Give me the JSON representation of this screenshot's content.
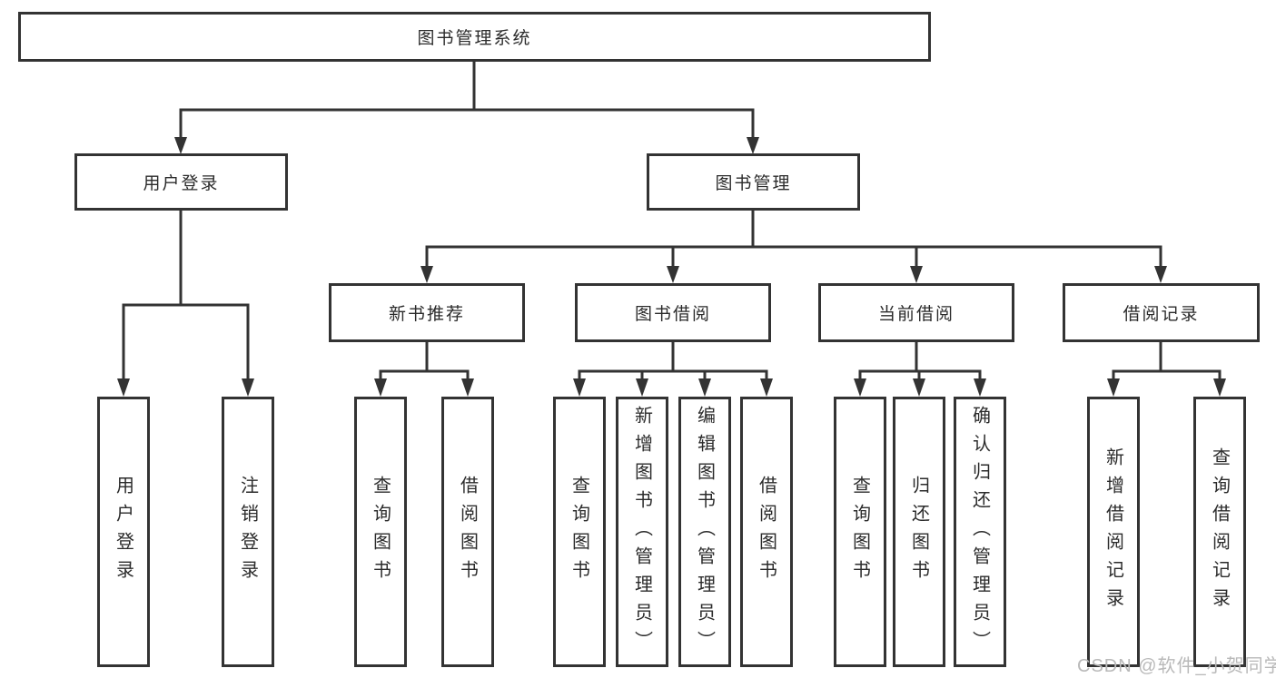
{
  "diagram": {
    "root": {
      "label": "图书管理系统"
    },
    "branches": [
      {
        "label": "用户登录",
        "leaves": [
          {
            "label": "用户登录"
          },
          {
            "label": "注销登录"
          }
        ]
      },
      {
        "label": "图书管理",
        "groups": [
          {
            "label": "新书推荐",
            "leaves": [
              {
                "label": "查询图书"
              },
              {
                "label": "借阅图书"
              }
            ]
          },
          {
            "label": "图书借阅",
            "leaves": [
              {
                "label": "查询图书"
              },
              {
                "label": "新增图书（管理员）"
              },
              {
                "label": "编辑图书（管理员）"
              },
              {
                "label": "借阅图书"
              }
            ]
          },
          {
            "label": "当前借阅",
            "leaves": [
              {
                "label": "查询图书"
              },
              {
                "label": "归还图书"
              },
              {
                "label": "确认归还（管理员）"
              }
            ]
          },
          {
            "label": "借阅记录",
            "leaves": [
              {
                "label": "新增借阅记录"
              },
              {
                "label": "查询借阅记录"
              }
            ]
          }
        ]
      }
    ]
  },
  "watermark": "CSDN @软件_小贺同学",
  "colors": {
    "line": "#333333",
    "box_border": "#333333",
    "text": "#2b2b2b",
    "watermark": "#b9b9b9",
    "background": "#ffffff"
  }
}
